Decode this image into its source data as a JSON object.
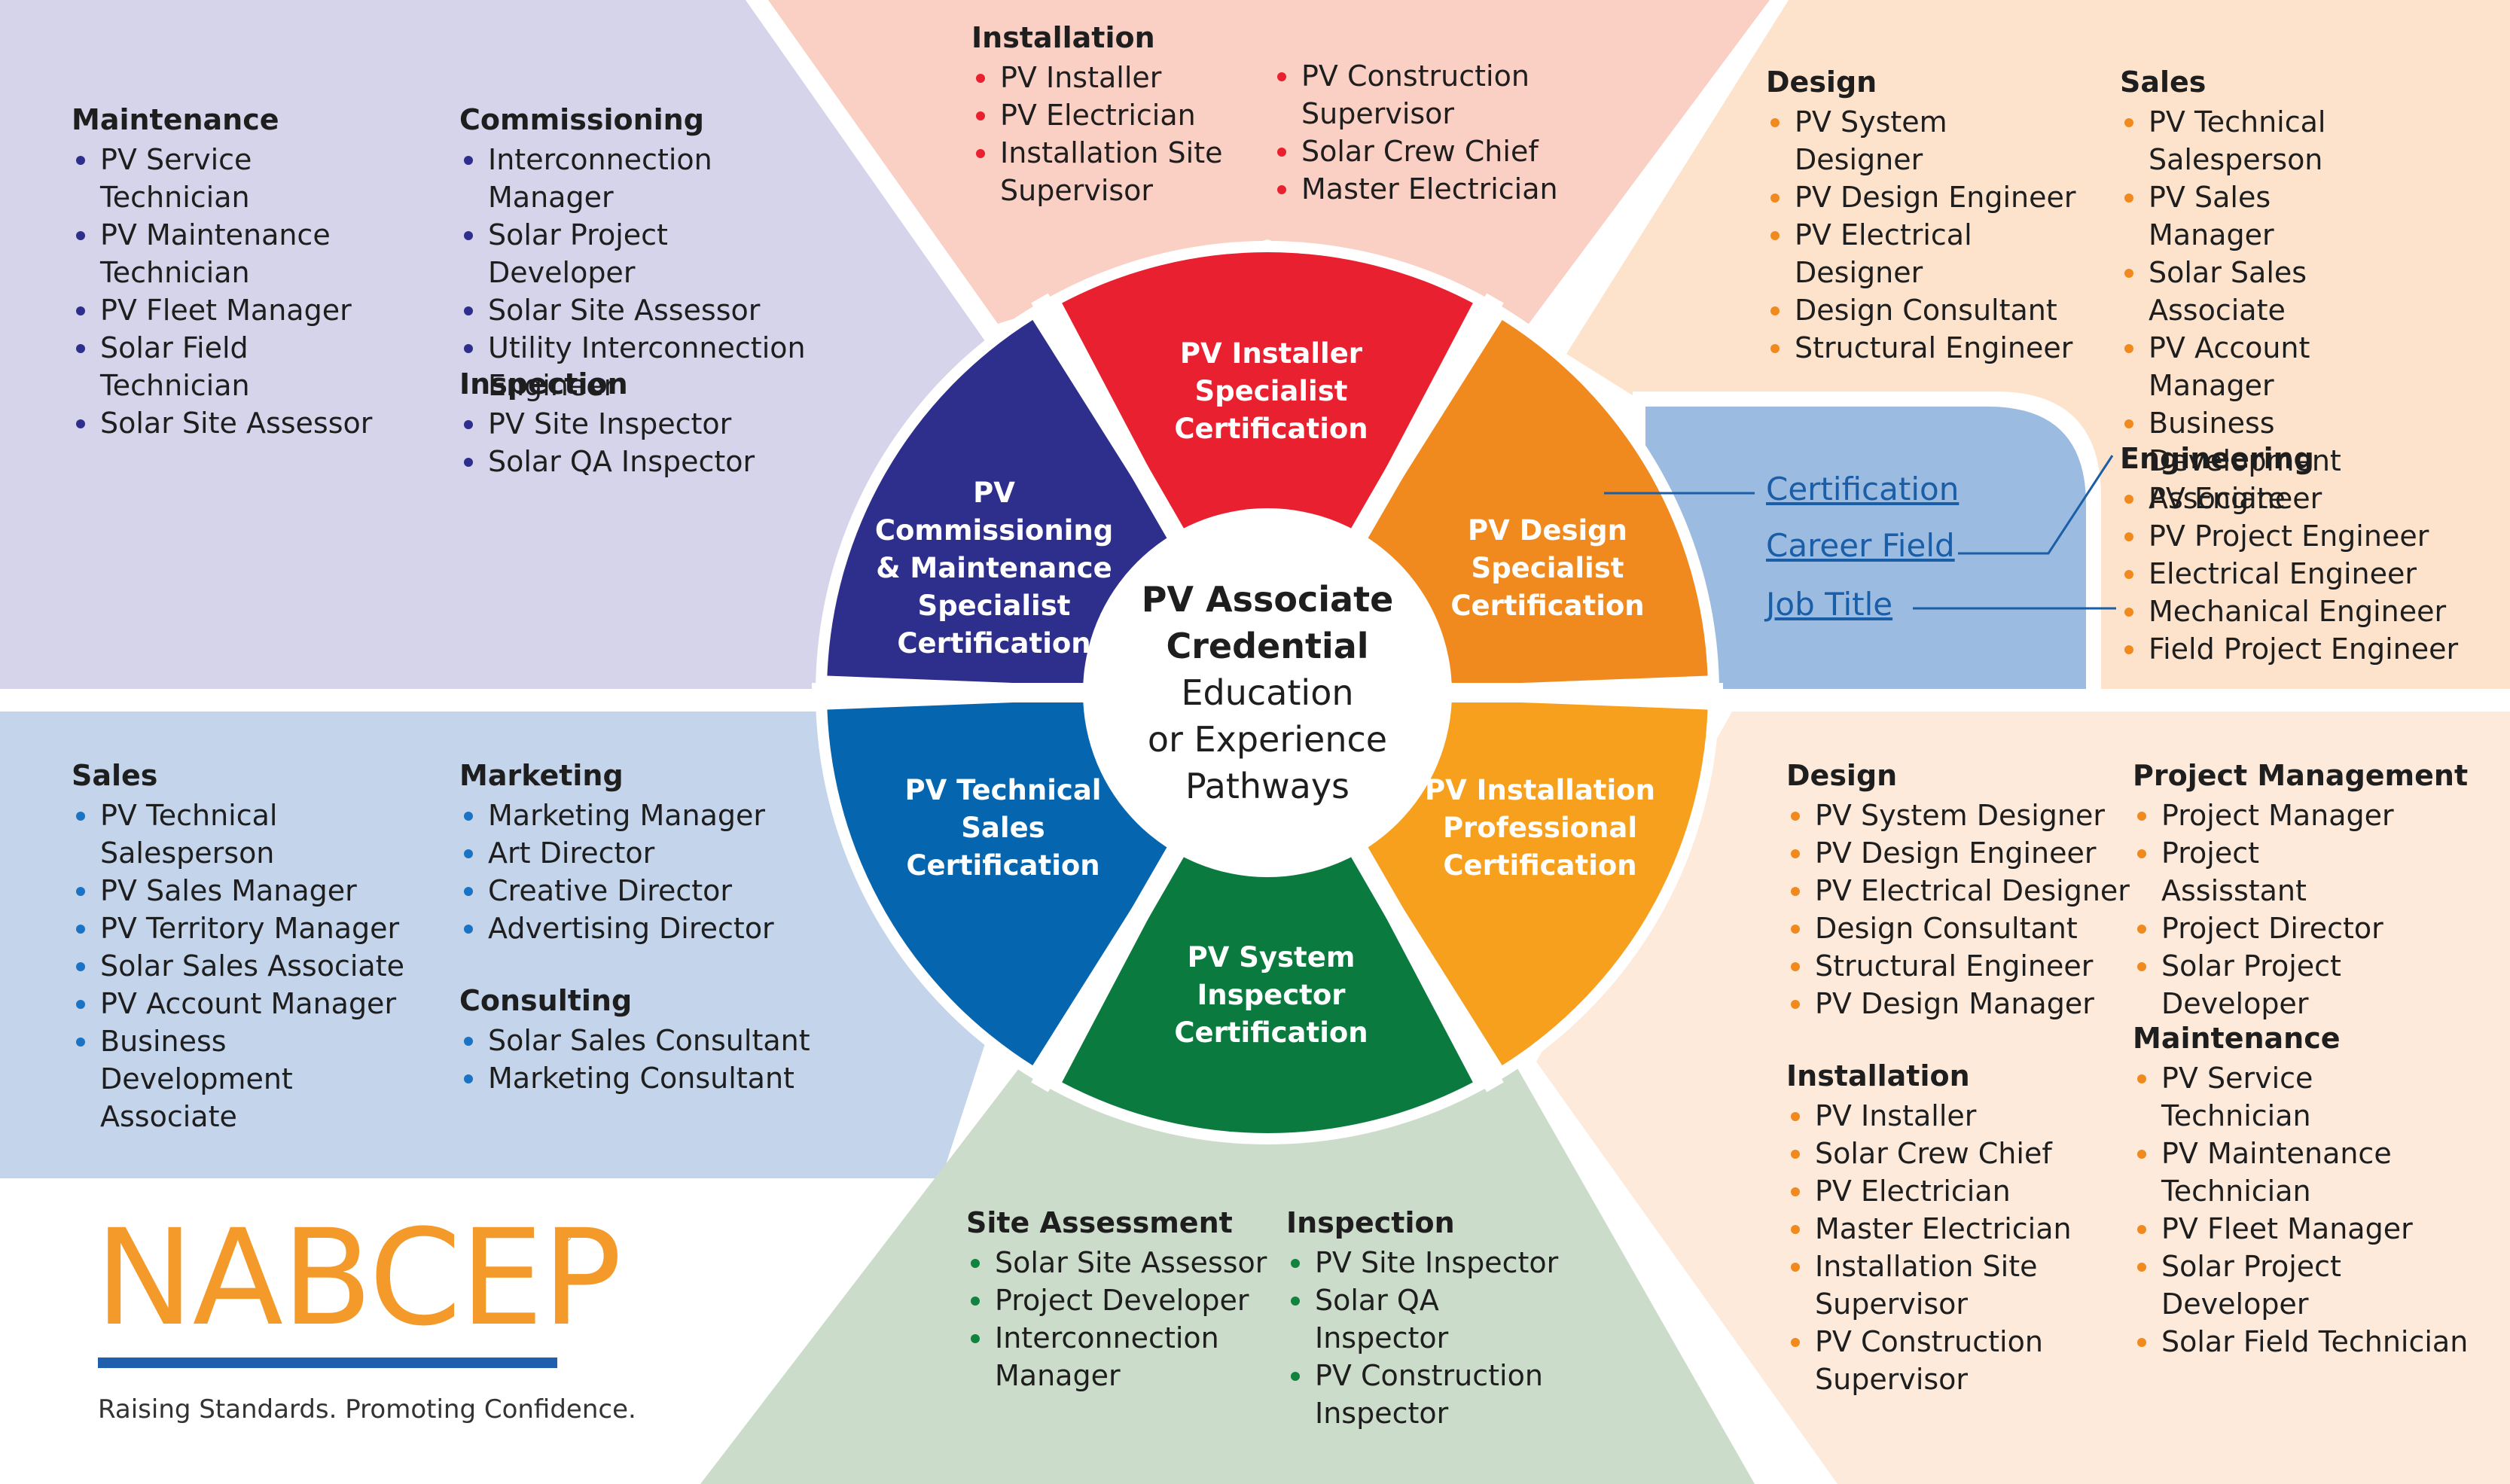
{
  "colors": {
    "purple_region": "#d6d4ea",
    "red_region": "#fbd0c4",
    "orange_region": "#fde3cc",
    "blue_region": "#c3d4eb",
    "green_region": "#ccdccb",
    "lightorange_region": "#fdeadb",
    "legend_box": "#9bbbe0",
    "seg_red": "#e8202f",
    "seg_orange_design": "#f08a1e",
    "seg_orange_install": "#f6a01e",
    "seg_green": "#0b7a3e",
    "seg_blue": "#0565ae",
    "seg_purple": "#2e2f8c",
    "brand_orange": "#f39a2a",
    "brand_blue": "#1f5fae"
  },
  "center": {
    "line1": "PV Associate",
    "line2": "Credential",
    "line3": "Education",
    "line4": "or Experience",
    "line5": "Pathways"
  },
  "segments": {
    "installer": [
      "PV Installer",
      "Specialist",
      "Certification"
    ],
    "design": [
      "PV Design",
      "Specialist",
      "Certification"
    ],
    "install_pro": [
      "PV Installation",
      "Professional",
      "Certification"
    ],
    "inspector": [
      "PV System",
      "Inspector",
      "Certification"
    ],
    "sales": [
      "PV Technical",
      "Sales",
      "Certification"
    ],
    "commissioning": [
      "PV",
      "Commissioning",
      "& Maintenance",
      "Specialist",
      "Certification"
    ]
  },
  "legend": {
    "certification": "Certification",
    "career_field": "Career Field",
    "job_title": "Job Title"
  },
  "groups": {
    "top_installation": {
      "title": "Installation",
      "items_a": [
        "PV Installer",
        "PV Electrician",
        "Installation Site Supervisor"
      ],
      "items_b": [
        "PV Construction Supervisor",
        "Solar Crew Chief",
        "Master Electrician"
      ]
    },
    "tl_maintenance": {
      "title": "Maintenance",
      "items": [
        "PV Service Technician",
        "PV Maintenance Technician",
        "PV Fleet Manager",
        "Solar Field Technician",
        "Solar Site Assessor"
      ]
    },
    "tl_commissioning": {
      "title": "Commissioning",
      "items": [
        "Interconnection Manager",
        "Solar Project Developer",
        "Solar Site Assessor",
        "Utility Interconnection Engineer"
      ]
    },
    "tl_inspection": {
      "title": "Inspection",
      "items": [
        "PV Site Inspector",
        "Solar QA Inspector"
      ]
    },
    "tr_design": {
      "title": "Design",
      "items": [
        "PV System Designer",
        "PV Design Engineer",
        "PV Electrical Designer",
        "Design Consultant",
        "Structural Engineer"
      ]
    },
    "tr_sales": {
      "title": "Sales",
      "items": [
        "PV Technical Salesperson",
        "PV Sales Manager",
        "Solar Sales Associate",
        "PV Account Manager",
        "Business Development Associate"
      ]
    },
    "tr_engineering": {
      "title": "Engineering",
      "items": [
        "PV Engineer",
        "PV Project Engineer",
        "Electrical Engineer",
        "Mechanical Engineer",
        "Field Project Engineer"
      ]
    },
    "ml_sales": {
      "title": "Sales",
      "items": [
        "PV Technical Salesperson",
        "PV Sales Manager",
        "PV Territory Manager",
        "Solar Sales Associate",
        "PV Account Manager",
        "Business Development Associate"
      ]
    },
    "ml_marketing": {
      "title": "Marketing",
      "items": [
        "Marketing Manager",
        "Art Director",
        "Creative Director",
        "Advertising Director"
      ]
    },
    "ml_consulting": {
      "title": "Consulting",
      "items": [
        "Solar Sales Consultant",
        "Marketing Consultant"
      ]
    },
    "bc_site": {
      "title": "Site Assessment",
      "items": [
        "Solar Site Assessor",
        "Project Developer",
        "Interconnection Manager"
      ]
    },
    "bc_inspection": {
      "title": "Inspection",
      "items": [
        "PV Site Inspector",
        "Solar QA Inspector",
        "PV Construction Inspector"
      ]
    },
    "br_design": {
      "title": "Design",
      "items": [
        "PV System Designer",
        "PV Design Engineer",
        "PV Electrical Designer",
        "Design Consultant",
        "Structural Engineer",
        "PV Design Manager"
      ]
    },
    "br_installation": {
      "title": "Installation",
      "items": [
        "PV Installer",
        "Solar Crew Chief",
        "PV Electrician",
        "Master Electrician",
        "Installation Site Supervisor",
        "PV Construction Supervisor"
      ]
    },
    "br_pm": {
      "title": "Project Management",
      "items": [
        "Project Manager",
        "Project Assisstant",
        "Project Director",
        "Solar Project Developer"
      ]
    },
    "br_maintenance": {
      "title": "Maintenance",
      "items": [
        "PV Service Technician",
        "PV Maintenance Technician",
        "PV Fleet Manager",
        "Solar Project Developer",
        "Solar Field Technician"
      ]
    }
  },
  "brand": {
    "logo": "NABCEP",
    "registered": "®",
    "tagline": "Raising Standards. Promoting Confidence."
  }
}
